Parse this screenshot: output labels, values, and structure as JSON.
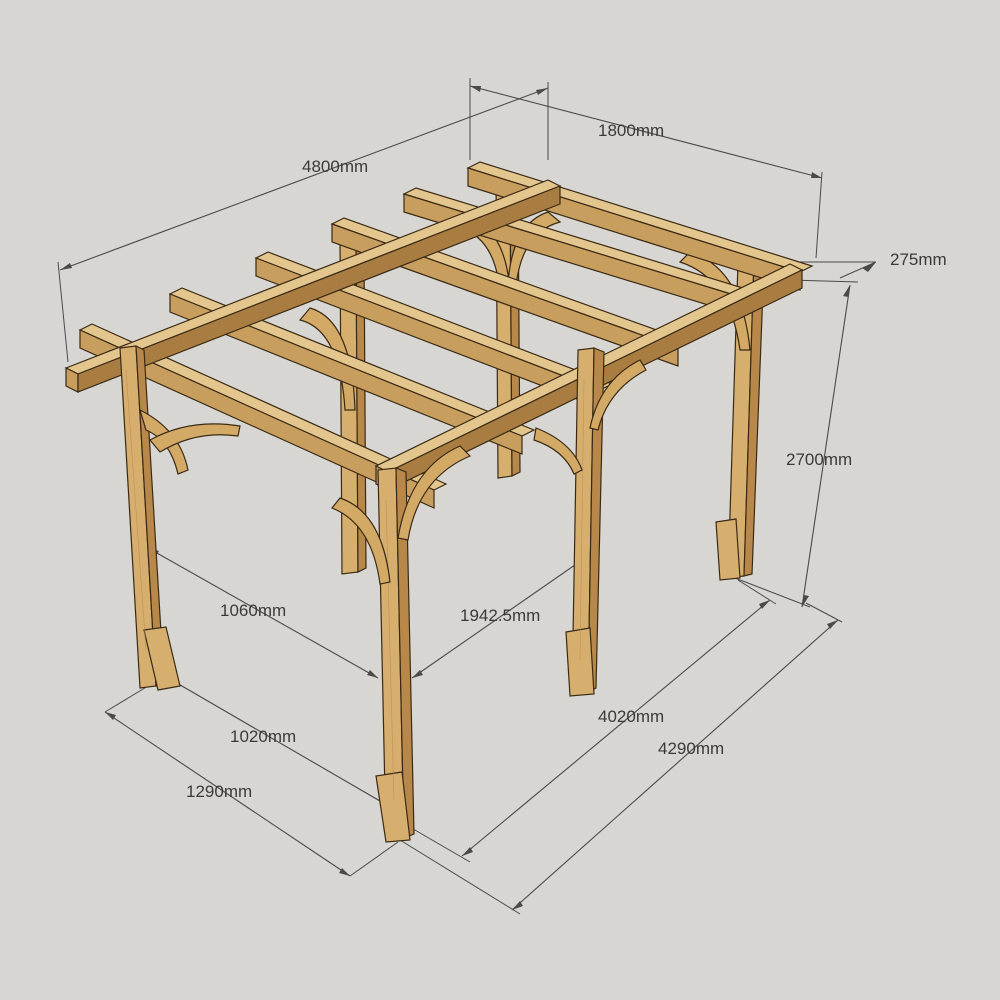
{
  "dimensions": {
    "overall_length": "4800mm",
    "rafter_spacing_top": "1800mm",
    "overhang": "275mm",
    "height": "2700mm",
    "inner_span_left": "1060mm",
    "inner_span_right": "1942.5mm",
    "post_depth_inner": "1020mm",
    "post_depth_outer": "1290mm",
    "post_length_inner": "4020mm",
    "post_length_outer": "4290mm"
  },
  "colors": {
    "background": "#d7d6d2",
    "wood_light": "#e3c58e",
    "wood_mid": "#c89e5f",
    "dimension_lines": "#4a4a4a"
  }
}
